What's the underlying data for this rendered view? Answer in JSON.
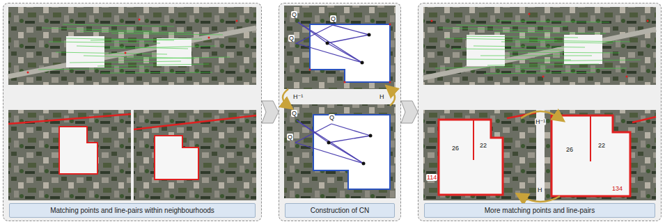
{
  "diagram": {
    "nodes": [
      {
        "text": [
          "Matching points and line-pairs within neighbourhoods"
        ]
      },
      {
        "text": [
          "Construction of CN"
        ]
      },
      {
        "text": [
          "More matching points and line-pairs"
        ]
      }
    ],
    "edges": [
      {
        "from": 0,
        "to": 1,
        "arrow": "to"
      },
      {
        "from": 1,
        "to": 2,
        "arrow": "to"
      }
    ],
    "labels": [
      "Q",
      "Q",
      "Q",
      "H⁻¹",
      "H",
      "Q",
      "Q",
      "Q",
      "26",
      "22",
      "H⁻¹",
      "H",
      "26",
      "22",
      "134",
      "114"
    ]
  }
}
